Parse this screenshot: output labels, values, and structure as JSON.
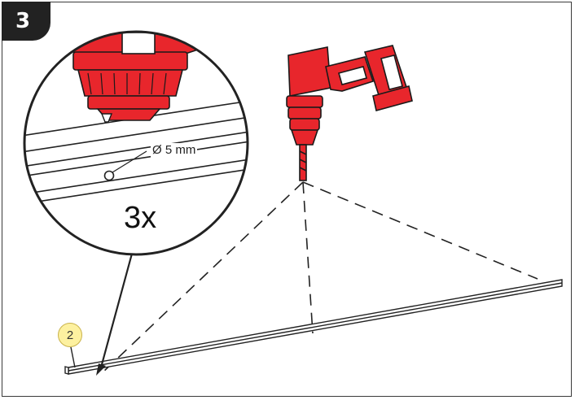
{
  "step": {
    "number": "3"
  },
  "detail": {
    "hole_diameter_label": "Ø 5 mm",
    "repeat_count_label": "3x"
  },
  "part": {
    "number": "2"
  },
  "colors": {
    "tool_red": "#e8262c",
    "badge_yellow": "#fdf1a0",
    "line": "#222222"
  },
  "icons": {
    "tool": "cordless-drill-icon"
  }
}
